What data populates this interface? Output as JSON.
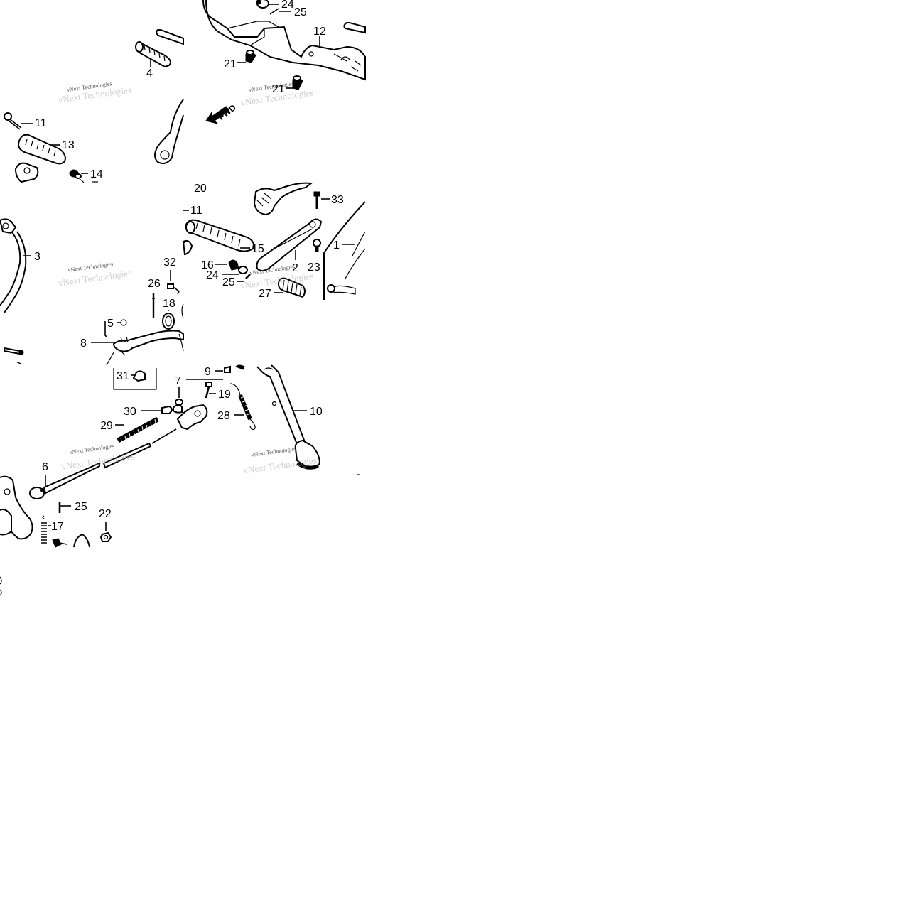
{
  "diagram": {
    "direction_arrow": {
      "label": "FWD",
      "icon": "forward-arrow-icon"
    },
    "watermarks": [
      {
        "text": "vNext Technologies"
      },
      {
        "text": "vNext Technologies"
      },
      {
        "text": "vNext Technologies"
      },
      {
        "text": "vNext Technologies"
      },
      {
        "text": "vNext Technologies"
      },
      {
        "text": "vNext Technologies"
      }
    ],
    "callouts": [
      {
        "id": "c-24a",
        "label": "24"
      },
      {
        "id": "c-25a",
        "label": "25"
      },
      {
        "id": "c-12",
        "label": "12"
      },
      {
        "id": "c-21a",
        "label": "21"
      },
      {
        "id": "c-21b",
        "label": "21"
      },
      {
        "id": "c-4",
        "label": "4"
      },
      {
        "id": "c-11a",
        "label": "11"
      },
      {
        "id": "c-13",
        "label": "13"
      },
      {
        "id": "c-14",
        "label": "14"
      },
      {
        "id": "c-20",
        "label": "20"
      },
      {
        "id": "c-11b",
        "label": "11"
      },
      {
        "id": "c-33",
        "label": "33"
      },
      {
        "id": "c-15",
        "label": "15"
      },
      {
        "id": "c-1",
        "label": "1"
      },
      {
        "id": "c-2",
        "label": "2"
      },
      {
        "id": "c-23",
        "label": "23"
      },
      {
        "id": "c-16",
        "label": "16"
      },
      {
        "id": "c-24b",
        "label": "24"
      },
      {
        "id": "c-25b",
        "label": "25"
      },
      {
        "id": "c-27",
        "label": "27"
      },
      {
        "id": "c-3",
        "label": "3"
      },
      {
        "id": "c-32",
        "label": "32"
      },
      {
        "id": "c-26",
        "label": "26"
      },
      {
        "id": "c-18",
        "label": "18"
      },
      {
        "id": "c-5",
        "label": "5"
      },
      {
        "id": "c-8",
        "label": "8"
      },
      {
        "id": "c-9",
        "label": "9"
      },
      {
        "id": "c-31",
        "label": "31"
      },
      {
        "id": "c-7",
        "label": "7"
      },
      {
        "id": "c-19",
        "label": "19"
      },
      {
        "id": "c-10",
        "label": "10"
      },
      {
        "id": "c-30",
        "label": "30"
      },
      {
        "id": "c-28",
        "label": "28"
      },
      {
        "id": "c-29",
        "label": "29"
      },
      {
        "id": "c-6",
        "label": "6"
      },
      {
        "id": "c-25c",
        "label": "25"
      },
      {
        "id": "c-22",
        "label": "22"
      },
      {
        "id": "c-17",
        "label": "17"
      }
    ]
  }
}
